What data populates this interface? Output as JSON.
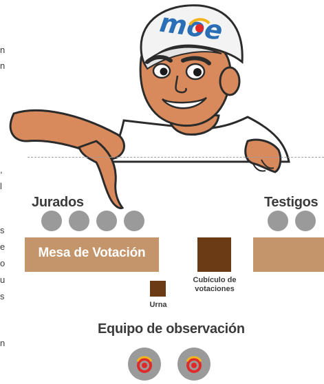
{
  "left_text_fragments": [
    "n",
    "n",
    ",",
    "l",
    "s",
    "e",
    "o",
    "u",
    "s",
    "n"
  ],
  "jurados": {
    "label": "Jurados",
    "count": 4
  },
  "testigos": {
    "label": "Testigos",
    "count": 2
  },
  "mesa": {
    "label": "Mesa de Votación"
  },
  "cubiculo": {
    "label_line1": "Cubículo de",
    "label_line2": "votaciones"
  },
  "urna": {
    "label": "Urna"
  },
  "equipo": {
    "label": "Equipo de observación",
    "count": 2
  },
  "logo": {
    "text": "moe"
  },
  "colors": {
    "seat_gray": "#9a9a9a",
    "mesa_tan": "#c4956a",
    "dark_brown": "#6a3b14",
    "logo_blue": "#2a6fb6",
    "logo_red": "#e02a2a",
    "logo_yellow": "#f2b51e"
  }
}
